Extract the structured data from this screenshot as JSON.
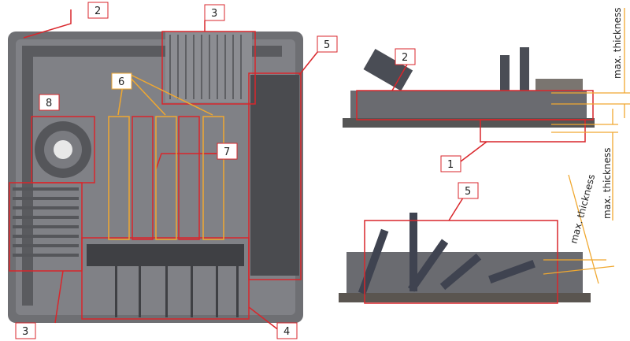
{
  "callouts": {
    "top_left_2": "2",
    "top_3": "3",
    "top_5": "5",
    "label_6": "6",
    "label_8": "8",
    "label_7": "7",
    "bottom_3": "3",
    "bottom_4": "4",
    "side_2": "2",
    "side_1": "1",
    "side_5": "5"
  },
  "annotations": {
    "max_thickness_top": "max. thickness",
    "max_thickness_middle": "max. thickness",
    "max_thickness_bottom": "max. thickness"
  },
  "colors": {
    "callout_red": "#d9262b",
    "dimension_orange": "#f0a830",
    "print_gray": "#6e6f73"
  }
}
